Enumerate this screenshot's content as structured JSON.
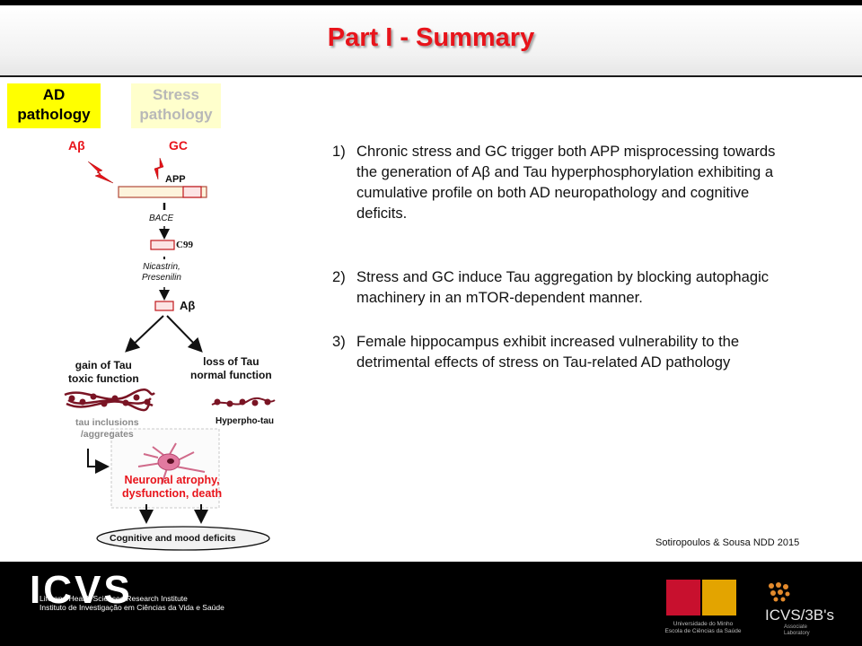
{
  "title": "Part I - Summary",
  "diagram": {
    "tag_ad": [
      "AD",
      "pathology"
    ],
    "tag_stress": [
      "Stress",
      "pathology"
    ],
    "abeta_top": "Aβ",
    "gc_top": "GC",
    "app": "APP",
    "bace": "BACE",
    "c99": "C99",
    "nicastrin": [
      "Nicastrin,",
      "Presenilin"
    ],
    "abeta_small": "Aβ",
    "gain": [
      "gain of Tau",
      "toxic function"
    ],
    "loss": [
      "loss of Tau",
      "normal function"
    ],
    "inclusions": [
      "tau inclusions",
      "/aggregates"
    ],
    "hyperpho": "Hyperpho-tau",
    "neuronal": [
      "Neuronal atrophy,",
      "dysfunction, death"
    ],
    "deficits": "Cognitive and mood deficits"
  },
  "points": [
    {
      "num": "1)",
      "lines": [
        "Chronic stress and GC trigger both APP misprocessing towards",
        "the generation of Aβ and Tau hyperphosphorylation exhibiting a",
        "cumulative profile on both AD neuropathology and cognitive",
        "deficits."
      ]
    },
    {
      "num": "2)",
      "lines": [
        "Stress and GC induce Tau aggregation by blocking autophagic",
        "machinery in an mTOR-dependent manner."
      ]
    },
    {
      "num": "3)",
      "lines": [
        "Female hippocampus exhibit increased vulnerability to the",
        "detrimental effects of stress on Tau-related AD pathology"
      ]
    }
  ],
  "citation": "Sotiropoulos & Sousa  NDD 2015",
  "footer": {
    "icvs": "ICVS",
    "icvs_line1": "Life and Health Sciences Research Institute",
    "icvs_line2": "Instituto de Investigação em Ciências da Vida e Saúde",
    "uminho_line1": "Universidade do Minho",
    "uminho_line2": "Escola de Ciências da Saúde",
    "b3": "ICVS/3B's",
    "b3_sub1": "Associate",
    "b3_sub2": "Laboratory"
  },
  "colors": {
    "accent": "#e8141b",
    "ad_tag": "#ffff00",
    "stress_tag": "#ffffcc",
    "tau": "#7a1424"
  }
}
